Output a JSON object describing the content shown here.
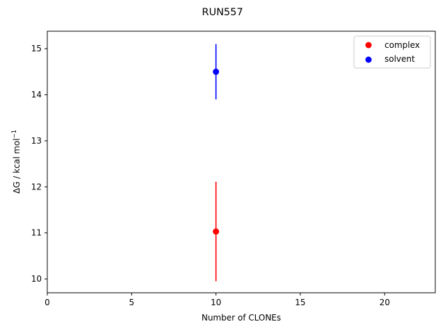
{
  "chart_data": {
    "type": "scatter",
    "title": "RUN557",
    "xlabel": "Number of CLONEs",
    "ylabel": "ΔG / kcal mol",
    "ylabel_superscript": "−1",
    "xlim": [
      0,
      23
    ],
    "ylim": [
      9.7,
      15.38
    ],
    "xticks": [
      0,
      5,
      10,
      15,
      20
    ],
    "yticks": [
      10,
      11,
      12,
      13,
      14,
      15
    ],
    "xtick_labels": [
      "0",
      "5",
      "10",
      "15",
      "20"
    ],
    "ytick_labels": [
      "10",
      "11",
      "12",
      "13",
      "14",
      "15"
    ],
    "grid": false,
    "legend_position": "top-right",
    "series": [
      {
        "name": "complex",
        "color": "#ff0000",
        "x": [
          10
        ],
        "y": [
          11.03
        ],
        "yerr": [
          1.08
        ]
      },
      {
        "name": "solvent",
        "color": "#0000ff",
        "x": [
          10
        ],
        "y": [
          14.5
        ],
        "yerr": [
          0.6
        ]
      }
    ]
  }
}
